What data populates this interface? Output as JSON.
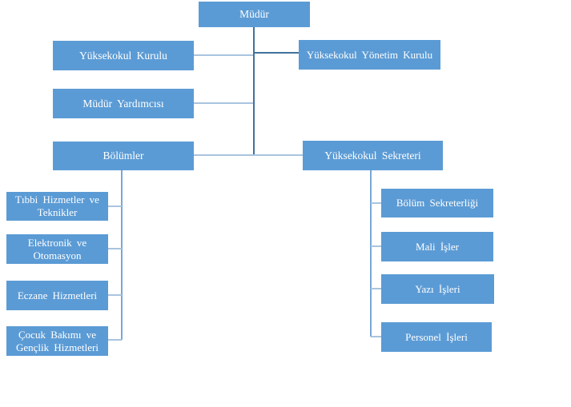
{
  "diagram": {
    "type": "org-chart",
    "language": "Turkish"
  },
  "colors": {
    "box_fill": "#5B9BD5",
    "box_text": "#FFFFFF",
    "connector_dark": "#41719C",
    "connector_light": "#A9C4DE",
    "connector_medium": "#7AA7D6",
    "background": "#FFFFFF"
  },
  "nodes": {
    "root": {
      "label": "Müdür"
    },
    "yuksekokul_kurulu": {
      "label": "Yüksekokul Kurulu"
    },
    "yonetim_kurulu": {
      "label": "Yüksekokul Yönetim Kurulu"
    },
    "mudur_yardimcisi": {
      "label": "Müdür Yardımcısı"
    },
    "bolumler": {
      "label": "Bölümler"
    },
    "yuksekokul_sekreteri": {
      "label": "Yüksekokul Sekreteri"
    },
    "bolumler_children": [
      {
        "label": "Tıbbi Hizmetler ve Teknikler"
      },
      {
        "label": "Elektronik ve Otomasyon"
      },
      {
        "label": "Eczane Hizmetleri"
      },
      {
        "label": "Çocuk Bakımı ve Gençlik Hizmetleri"
      }
    ],
    "sekreter_children": [
      {
        "label": "Bölüm Sekreterliği"
      },
      {
        "label": "Mali İşler"
      },
      {
        "label": "Yazı İşleri"
      },
      {
        "label": "Personel İşleri"
      }
    ]
  }
}
